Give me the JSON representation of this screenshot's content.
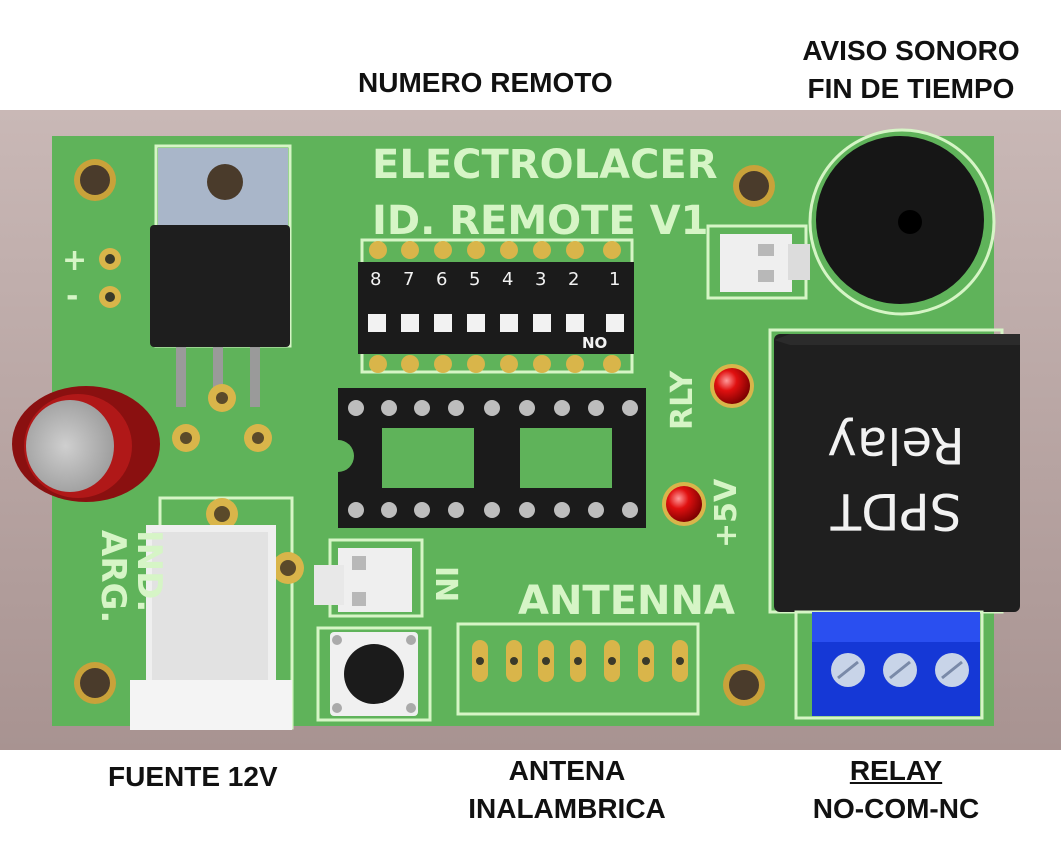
{
  "captions": {
    "numero_remoto": "NUMERO REMOTO",
    "aviso_line1": "AVISO SONORO",
    "aviso_line2": "FIN DE TIEMPO",
    "fuente": "FUENTE 12V",
    "antena_line1": "ANTENA",
    "antena_line2": "INALAMBRICA",
    "relay_line1": "RELAY",
    "relay_line2": "NO-COM-NC"
  },
  "board": {
    "brand": "ELECTROLACER",
    "model": "ID. REMOTE V1",
    "plus": "+",
    "minus": "-",
    "ind_arg_1": "IND.",
    "ind_arg_2": "ARG.",
    "in_label": "IN",
    "antenna_label": "ANTENNA",
    "rly_label": "RLY",
    "v5_label": "+5V",
    "relay_line1": "SPDT",
    "relay_line2": "Relay",
    "dip_numbers": [
      "8",
      "7",
      "6",
      "5",
      "4",
      "3",
      "2",
      "1"
    ],
    "dip_on": "NO"
  },
  "colors": {
    "pcb": "#5fb35a",
    "background": "#b9a6a3",
    "led": "#e01010",
    "terminal": "#1538d6"
  }
}
